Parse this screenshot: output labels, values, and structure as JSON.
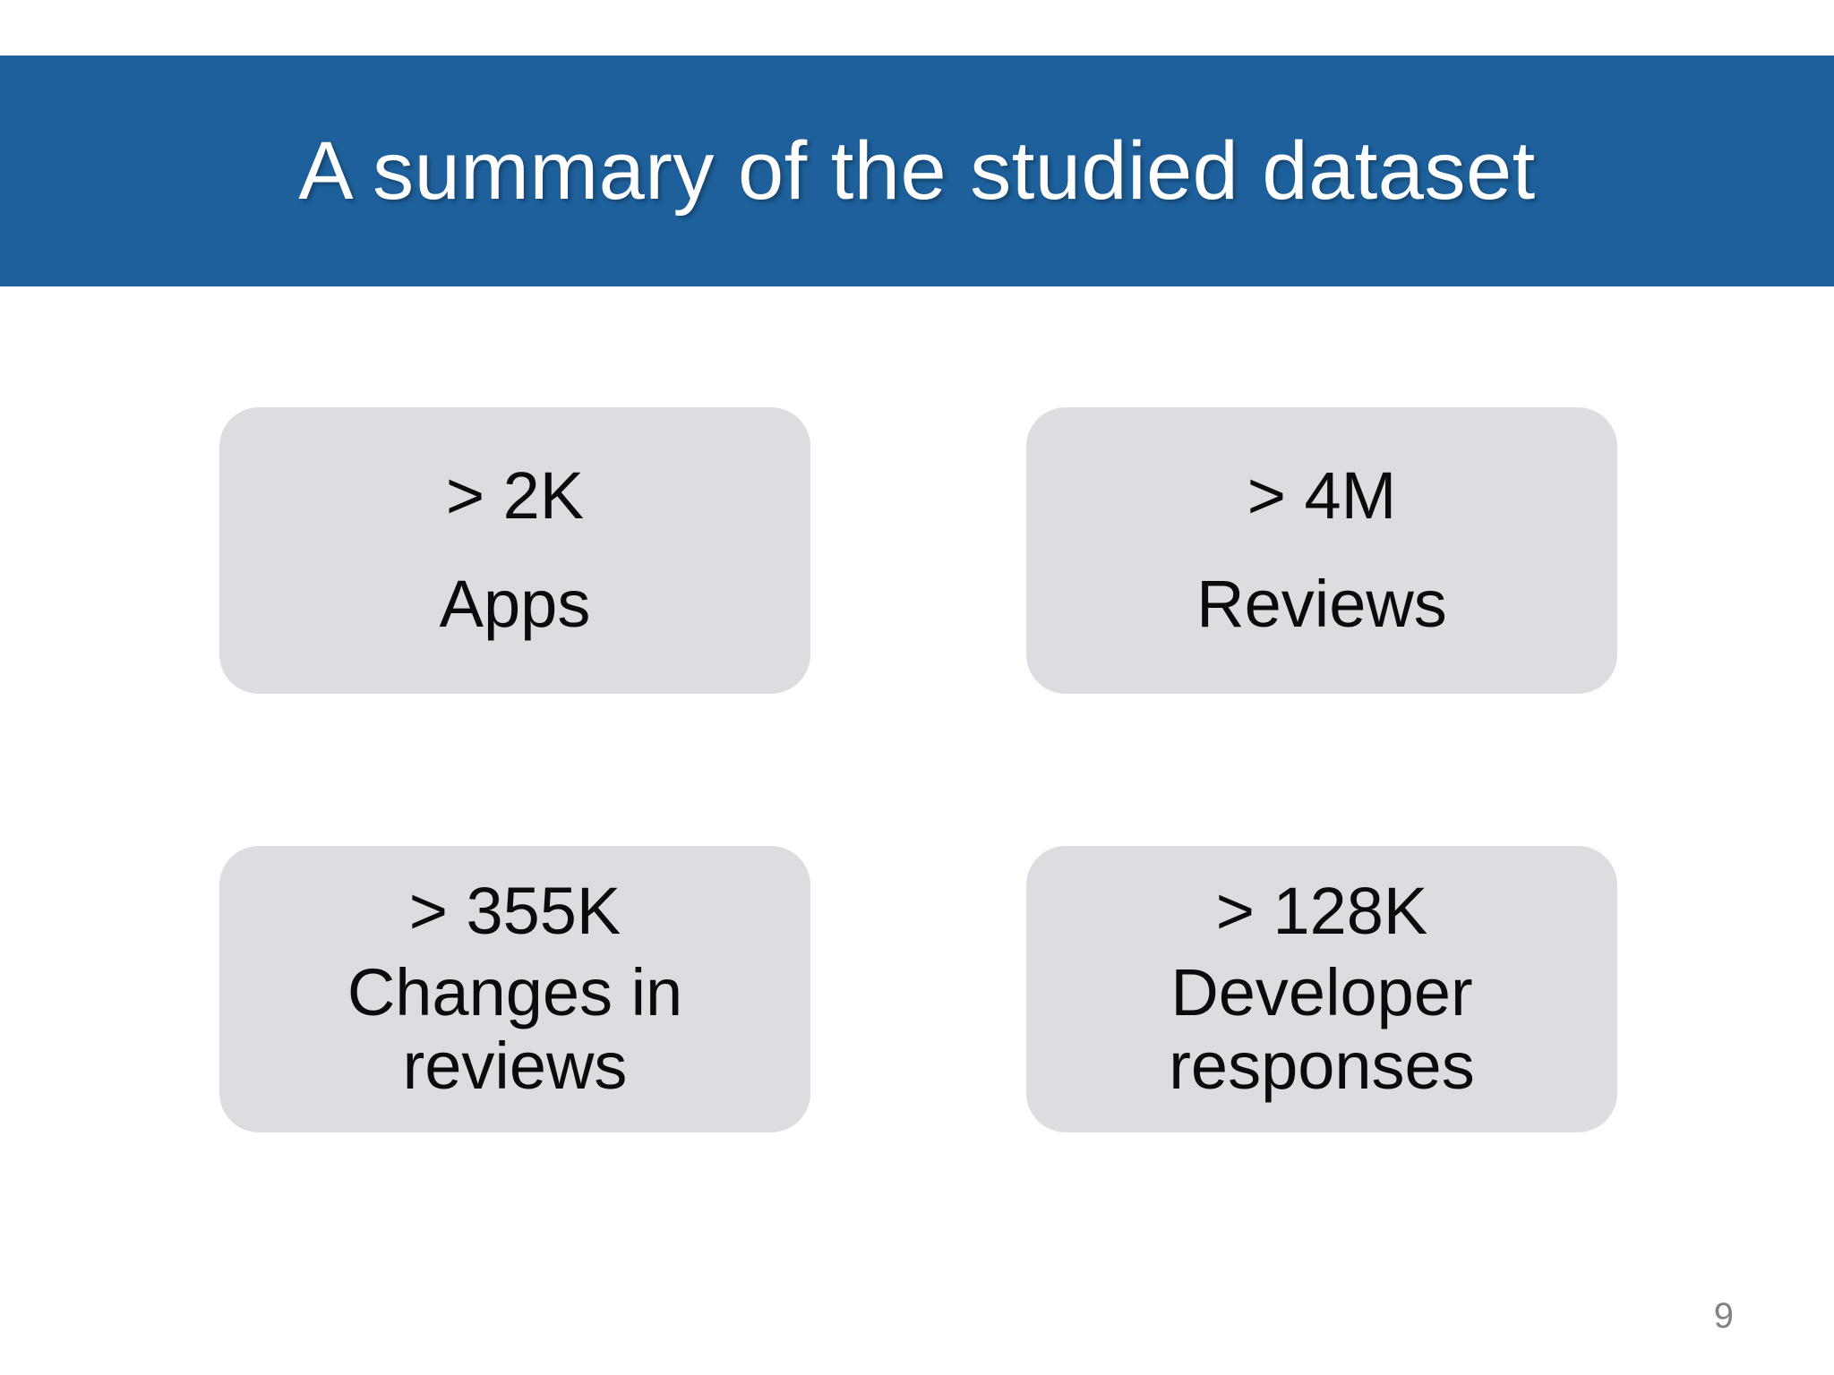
{
  "slide": {
    "title": "A summary of the studied dataset",
    "page_number": "9",
    "colors": {
      "title_band": "#1e609b",
      "title_text": "#ffffff",
      "box_fill": "#dedce0",
      "box_text": "#0b0b0b",
      "page_number": "#808285",
      "background": "#ffffff"
    }
  },
  "stats": [
    {
      "id": "apps",
      "value": "> 2K",
      "label": "Apps"
    },
    {
      "id": "reviews",
      "value": "> 4M",
      "label": "Reviews"
    },
    {
      "id": "changes-in-reviews",
      "value": "> 355K",
      "label": "Changes in\nreviews"
    },
    {
      "id": "developer-responses",
      "value": "> 128K",
      "label": "Developer\nresponses"
    }
  ]
}
